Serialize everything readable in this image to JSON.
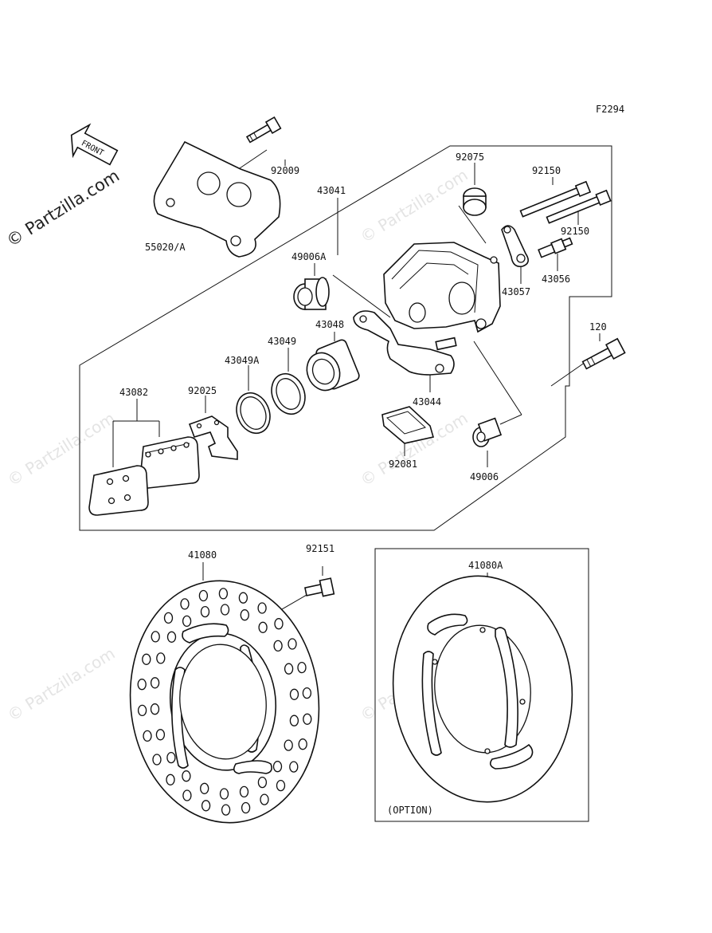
{
  "diagram_code": "F2294",
  "watermark": "© Partzilla.com",
  "front_label": "FRONT",
  "option_label": "(OPTION)",
  "parts": {
    "p92009": "92009",
    "p55020A": "55020/A",
    "p43041": "43041",
    "p92075": "92075",
    "p92150a": "92150",
    "p92150b": "92150",
    "p43056": "43056",
    "p43057": "43057",
    "p49006A": "49006A",
    "p43048": "43048",
    "p43049": "43049",
    "p43049A": "43049A",
    "p43082": "43082",
    "p92025": "92025",
    "p43044": "43044",
    "p120": "120",
    "p92081": "92081",
    "p49006": "49006",
    "p41080": "41080",
    "p92151": "92151",
    "p41080A": "41080A"
  }
}
